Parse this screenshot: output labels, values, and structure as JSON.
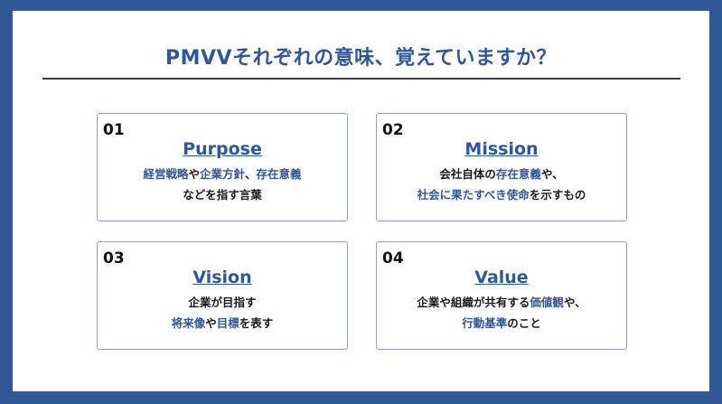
{
  "title": "PMVVそれぞれの意味、覚えていますか？",
  "cards": [
    {
      "number": "01",
      "heading": "Purpose",
      "line1": [
        {
          "text": "経営戦略",
          "hl": true
        },
        {
          "text": "や",
          "hl": false
        },
        {
          "text": "企業方針",
          "hl": true
        },
        {
          "text": "、",
          "hl": false
        },
        {
          "text": "存在意義",
          "hl": true
        }
      ],
      "line2": [
        {
          "text": "などを指す言葉",
          "hl": false
        }
      ]
    },
    {
      "number": "02",
      "heading": "Mission",
      "line1": [
        {
          "text": "会社自体の",
          "hl": false
        },
        {
          "text": "存在意義",
          "hl": true
        },
        {
          "text": "や、",
          "hl": false
        }
      ],
      "line2": [
        {
          "text": "社会に果たすべき使命",
          "hl": true
        },
        {
          "text": "を示すもの",
          "hl": false
        }
      ]
    },
    {
      "number": "03",
      "heading": "Vision",
      "line1": [
        {
          "text": "企業が目指す",
          "hl": false
        }
      ],
      "line2": [
        {
          "text": "将来像",
          "hl": true
        },
        {
          "text": "や",
          "hl": false
        },
        {
          "text": "目標",
          "hl": true
        },
        {
          "text": "を表す",
          "hl": false
        }
      ]
    },
    {
      "number": "04",
      "heading": "Value",
      "line1": [
        {
          "text": "企業や組織が共有する",
          "hl": false
        },
        {
          "text": "価値観",
          "hl": true
        },
        {
          "text": "や、",
          "hl": false
        }
      ],
      "line2": [
        {
          "text": "行動基準",
          "hl": true
        },
        {
          "text": "のこと",
          "hl": false
        }
      ]
    }
  ],
  "colors": {
    "accent": "#2f5695",
    "text": "#1a1a1a",
    "card_border": "#8aa1c9",
    "background": "#2f5695"
  }
}
